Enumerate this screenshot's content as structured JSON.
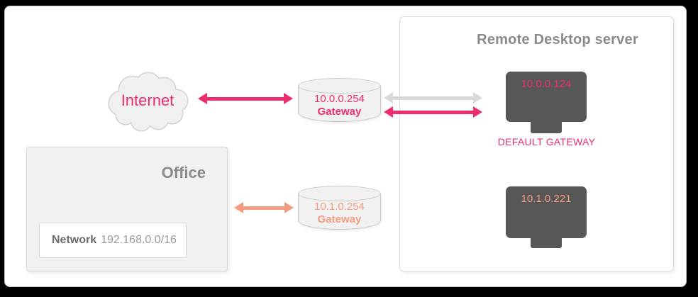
{
  "colors": {
    "pink": "#ED2E6D",
    "salmon": "#F49C80",
    "gray-arrow": "#D9D9D9",
    "monitor": "#575757",
    "heading": "#8A8A8A"
  },
  "internet": {
    "label": "Internet"
  },
  "gateway_top": {
    "ip": "10.0.0.254",
    "label": "Gateway"
  },
  "gateway_bottom": {
    "ip": "10.1.0.254",
    "label": "Gateway"
  },
  "server_panel": {
    "title": "Remote Desktop server",
    "nic_top": {
      "ip": "10.0.0.124",
      "caption": "DEFAULT GATEWAY"
    },
    "nic_bottom": {
      "ip": "10.1.0.221"
    }
  },
  "office_panel": {
    "title": "Office",
    "network_label": "Network",
    "network_value": "192.168.0.0/16"
  }
}
